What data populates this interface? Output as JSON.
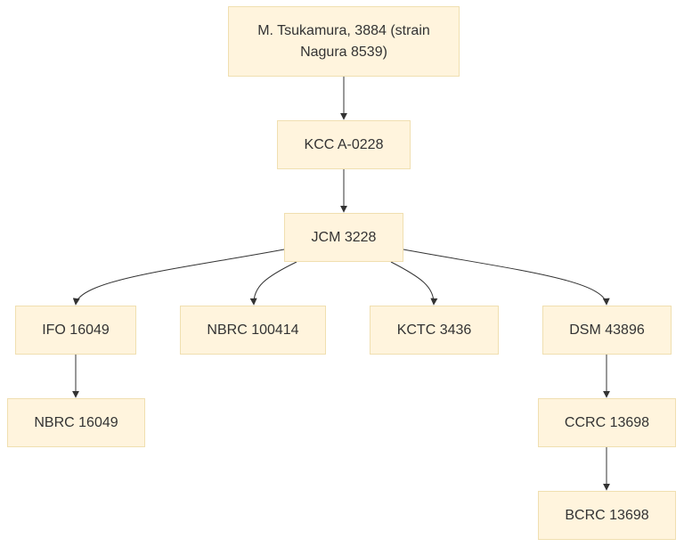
{
  "diagram": {
    "nodes": [
      {
        "id": "n1",
        "label": "M. Tsukamura, 3884 (strain Nagura 8539)"
      },
      {
        "id": "n2",
        "label": "KCC A-0228"
      },
      {
        "id": "n3",
        "label": "JCM 3228"
      },
      {
        "id": "n4",
        "label": "IFO 16049"
      },
      {
        "id": "n5",
        "label": "NBRC 100414"
      },
      {
        "id": "n6",
        "label": "KCTC 3436"
      },
      {
        "id": "n7",
        "label": "DSM 43896"
      },
      {
        "id": "n8",
        "label": "NBRC 16049"
      },
      {
        "id": "n9",
        "label": "CCRC 13698"
      },
      {
        "id": "n10",
        "label": "BCRC 13698"
      }
    ],
    "edges": [
      {
        "from": "n1",
        "to": "n2"
      },
      {
        "from": "n2",
        "to": "n3"
      },
      {
        "from": "n3",
        "to": "n4"
      },
      {
        "from": "n3",
        "to": "n5"
      },
      {
        "from": "n3",
        "to": "n6"
      },
      {
        "from": "n3",
        "to": "n7"
      },
      {
        "from": "n4",
        "to": "n8"
      },
      {
        "from": "n7",
        "to": "n9"
      },
      {
        "from": "n9",
        "to": "n10"
      }
    ],
    "colors": {
      "node_fill": "#fff4dd",
      "node_border": "#f0dfb0",
      "text": "#333333",
      "edge": "#333333"
    }
  }
}
